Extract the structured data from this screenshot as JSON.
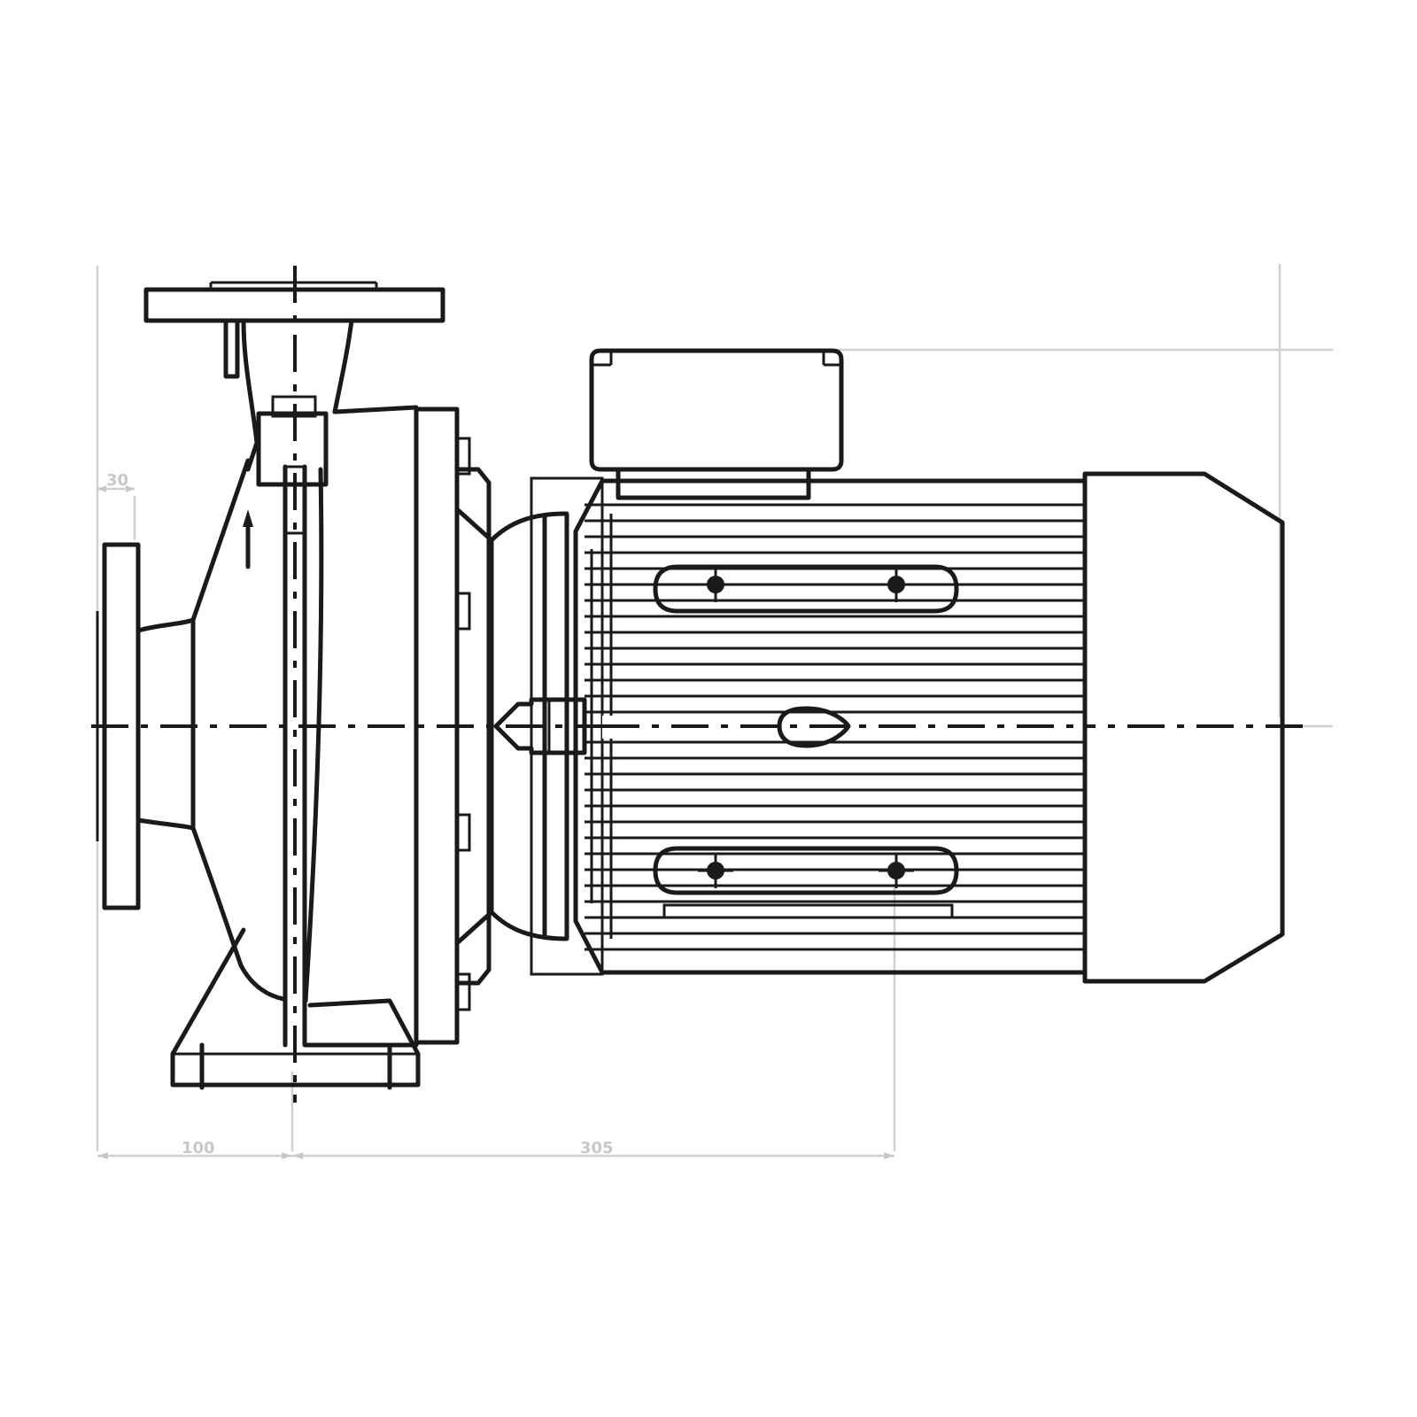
{
  "diagram": {
    "dimensions": {
      "dim_a": "30",
      "dim_b": "100",
      "dim_c": "305"
    },
    "colors": {
      "line": "#1a1a1a",
      "dimension": "#d0d0d0",
      "background": "#ffffff"
    }
  }
}
